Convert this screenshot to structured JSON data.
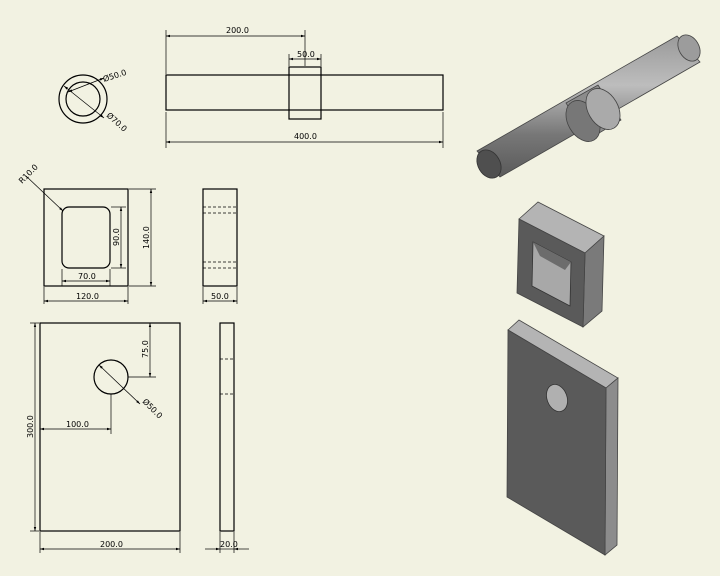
{
  "shaft": {
    "dia_outer": "Ø50.0",
    "dia_inner": "Ø70.0",
    "len_mid": "200.0",
    "collar": "50.0",
    "len_total": "400.0"
  },
  "block": {
    "radius": "R10.0",
    "inner_height": "90.0",
    "outer_height": "140.0",
    "inner_width": "70.0",
    "outer_width": "120.0",
    "depth": "50.0"
  },
  "plate": {
    "hole_offset_y": "75.0",
    "hole_offset_x": "100.0",
    "hole_dia": "Ø50.0",
    "height": "300.0",
    "width": "200.0",
    "thickness": "20.0"
  },
  "colors": {
    "background": "#f2f2e2",
    "shade_dark": "#5a5a5a",
    "shade_mid": "#8c8c8c",
    "shade_light": "#b4b4b4"
  }
}
